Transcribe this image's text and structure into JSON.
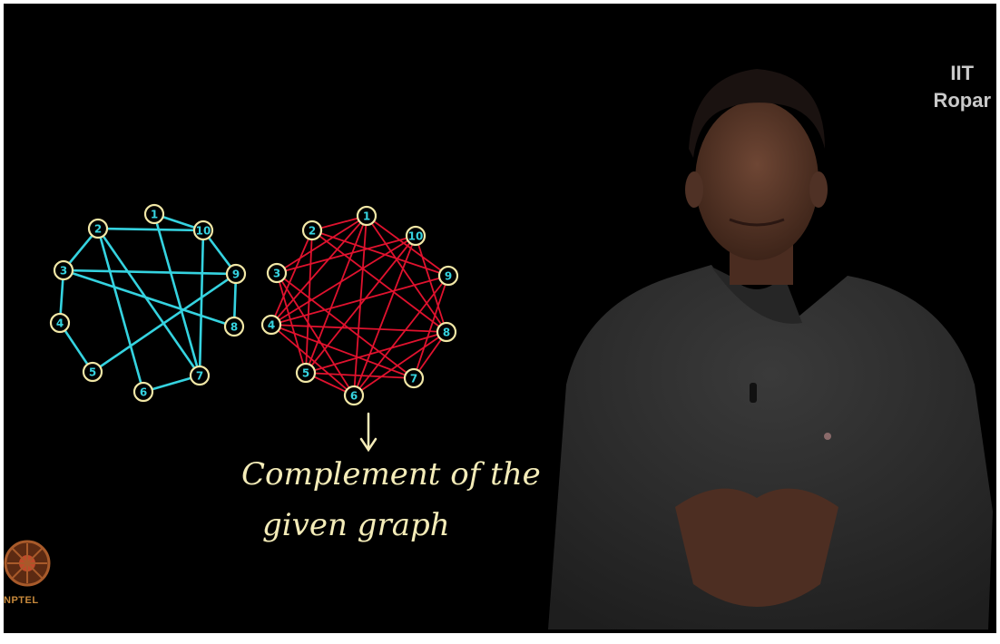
{
  "watermark": {
    "line1": "IIT",
    "line2": "Ropar"
  },
  "logo": {
    "text": "NPTEL"
  },
  "caption": {
    "line1": "Complement of the",
    "line2": "given graph"
  },
  "colors": {
    "graph_edges": "#35d3e0",
    "complement_edges": "#e0122e",
    "node_ring": "#f1e7a6",
    "labels": "#35d3e0"
  },
  "graphs": [
    {
      "name": "given-graph",
      "nodes": [
        "1",
        "2",
        "3",
        "4",
        "5",
        "6",
        "7",
        "8",
        "9",
        "10"
      ],
      "edges": [
        [
          "1",
          "10"
        ],
        [
          "1",
          "7"
        ],
        [
          "2",
          "10"
        ],
        [
          "2",
          "3"
        ],
        [
          "2",
          "6"
        ],
        [
          "2",
          "7"
        ],
        [
          "3",
          "9"
        ],
        [
          "3",
          "4"
        ],
        [
          "3",
          "8"
        ],
        [
          "4",
          "5"
        ],
        [
          "5",
          "9"
        ],
        [
          "6",
          "7"
        ],
        [
          "7",
          "10"
        ],
        [
          "10",
          "9"
        ],
        [
          "8",
          "9"
        ]
      ]
    },
    {
      "name": "complement-graph",
      "nodes": [
        "1",
        "2",
        "3",
        "4",
        "5",
        "6",
        "7",
        "8",
        "9",
        "10"
      ]
    }
  ]
}
